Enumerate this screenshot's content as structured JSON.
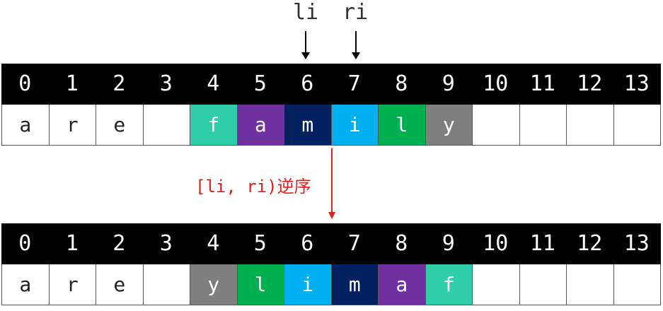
{
  "pointers": [
    {
      "label": "li",
      "index": 6
    },
    {
      "label": "ri",
      "index": 7
    }
  ],
  "operation_label": "[li, ri)逆序",
  "colors": {
    "index_bg": "#000000",
    "index_text": "#ffffff",
    "cell_text_default": "#222222",
    "highlight_text": "#ffffff",
    "arrow": "#000000",
    "operation": "#e02020"
  },
  "before": {
    "indices": [
      "0",
      "1",
      "2",
      "3",
      "4",
      "5",
      "6",
      "7",
      "8",
      "9",
      "10",
      "11",
      "12",
      "13"
    ],
    "cells": [
      {
        "char": "a",
        "color": ""
      },
      {
        "char": "r",
        "color": ""
      },
      {
        "char": "e",
        "color": ""
      },
      {
        "char": "",
        "color": ""
      },
      {
        "char": "f",
        "color": "#2ecfa8"
      },
      {
        "char": "a",
        "color": "#7030a0"
      },
      {
        "char": "m",
        "color": "#002060"
      },
      {
        "char": "i",
        "color": "#00b0f0"
      },
      {
        "char": "l",
        "color": "#00b050"
      },
      {
        "char": "y",
        "color": "#7f7f7f"
      },
      {
        "char": "",
        "color": ""
      },
      {
        "char": "",
        "color": ""
      },
      {
        "char": "",
        "color": ""
      },
      {
        "char": "",
        "color": ""
      }
    ]
  },
  "after": {
    "indices": [
      "0",
      "1",
      "2",
      "3",
      "4",
      "5",
      "6",
      "7",
      "8",
      "9",
      "10",
      "11",
      "12",
      "13"
    ],
    "cells": [
      {
        "char": "a",
        "color": ""
      },
      {
        "char": "r",
        "color": ""
      },
      {
        "char": "e",
        "color": ""
      },
      {
        "char": "",
        "color": ""
      },
      {
        "char": "y",
        "color": "#7f7f7f"
      },
      {
        "char": "l",
        "color": "#00b050"
      },
      {
        "char": "i",
        "color": "#00b0f0"
      },
      {
        "char": "m",
        "color": "#002060"
      },
      {
        "char": "a",
        "color": "#7030a0"
      },
      {
        "char": "f",
        "color": "#2ecfa8"
      },
      {
        "char": "",
        "color": ""
      },
      {
        "char": "",
        "color": ""
      },
      {
        "char": "",
        "color": ""
      },
      {
        "char": "",
        "color": ""
      }
    ]
  }
}
